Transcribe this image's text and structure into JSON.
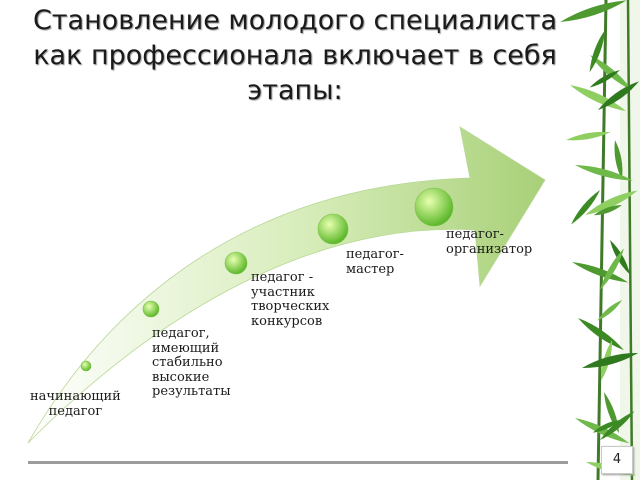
{
  "title": {
    "line1": "Становление молодого специалиста",
    "line2": "как профессионала включает в себя",
    "line3": "этапы:"
  },
  "stages": [
    {
      "lines": [
        "начинающий",
        "педагог"
      ]
    },
    {
      "lines": [
        "педагог,",
        "имеющий",
        "стабильно",
        "высокие",
        "результаты"
      ]
    },
    {
      "lines": [
        "педагог -",
        "участник",
        "творческих",
        "конкурсов"
      ]
    },
    {
      "lines": [
        "педагог-",
        "мастер"
      ]
    },
    {
      "lines": [
        "педагог-",
        "организатор"
      ]
    }
  ],
  "page_number": "4",
  "colors": {
    "arrow_light": "#ffffff",
    "arrow_mid": "#d6ecb8",
    "arrow_dark": "#a8d078",
    "dot_light": "#e8ffb0",
    "dot_dark": "#5cb82a",
    "bamboo_leaf": "#4f9a30",
    "bamboo_stem": "#3f7a28"
  }
}
